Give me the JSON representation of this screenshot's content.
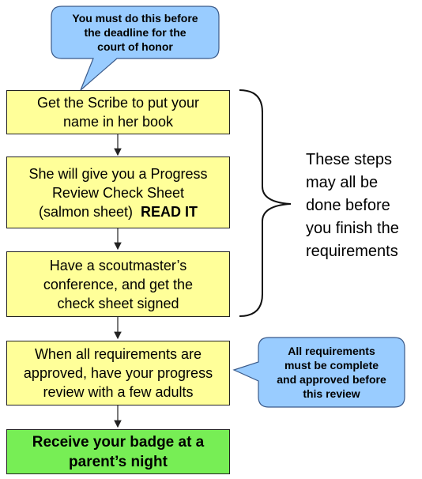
{
  "callout_top": {
    "lines": [
      "You must do this before",
      "the deadline for the",
      "court of honor"
    ],
    "fill": "#99CCFF"
  },
  "steps": [
    {
      "lines": [
        "Get the Scribe to put your",
        "name in her book"
      ]
    },
    {
      "lines": [
        "She will give you a Progress",
        "Review Check Sheet"
      ],
      "line3_normal": "(salmon sheet)",
      "line3_bold": "READ IT"
    },
    {
      "lines": [
        "Have a scoutmaster’s",
        "conference, and get the",
        "check sheet signed"
      ]
    },
    {
      "lines": [
        "When all requirements are",
        "approved, have your progress",
        "review with a few adults"
      ]
    }
  ],
  "final_step": {
    "lines": [
      "Receive your badge at a",
      "parent’s night"
    ],
    "fill": "#77EE55"
  },
  "step_fill": "#FFFF99",
  "brace_note": {
    "lines": [
      "These steps",
      "may all be",
      "done before",
      "you finish the",
      "requirements"
    ]
  },
  "callout_right": {
    "lines": [
      "All requirements",
      "must be complete",
      "and approved before",
      "this review"
    ],
    "fill": "#99CCFF"
  }
}
